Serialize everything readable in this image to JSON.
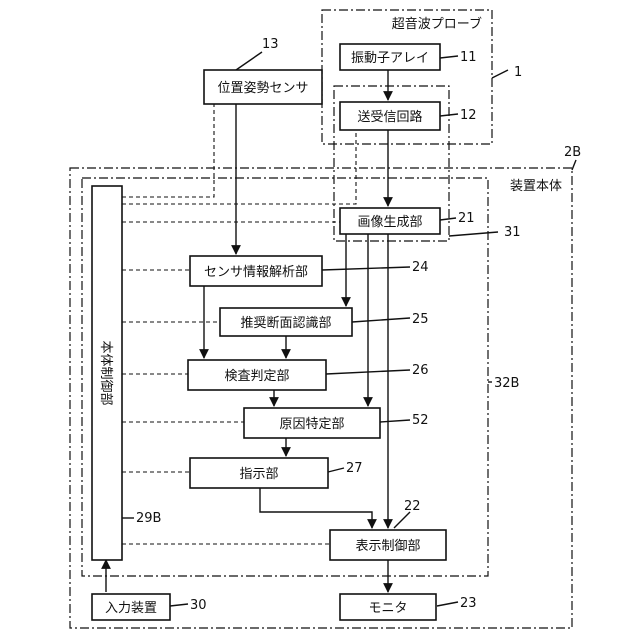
{
  "boxes": {
    "transducer_array": "振動子アレイ",
    "tx_rx_circuit": "送受信回路",
    "position_sensor": "位置姿勢センサ",
    "image_generator": "画像生成部",
    "sensor_analyzer": "センサ情報解析部",
    "recommended_plane": "推奨断面認識部",
    "exam_judgment": "検査判定部",
    "cause_identifier": "原因特定部",
    "instruction_unit": "指示部",
    "display_controller": "表示制御部",
    "main_controller": "本体制御部",
    "input_device": "入力装置",
    "monitor": "モニタ"
  },
  "regions": {
    "probe": "超音波プローブ",
    "apparatus": "装置本体"
  },
  "refs": {
    "r1": "1",
    "r2b": "2B",
    "r11": "11",
    "r12": "12",
    "r13": "13",
    "r21": "21",
    "r22": "22",
    "r23": "23",
    "r24": "24",
    "r25": "25",
    "r26": "26",
    "r27": "27",
    "r29b": "29B",
    "r30": "30",
    "r31": "31",
    "r32b": "32B",
    "r52": "52"
  }
}
